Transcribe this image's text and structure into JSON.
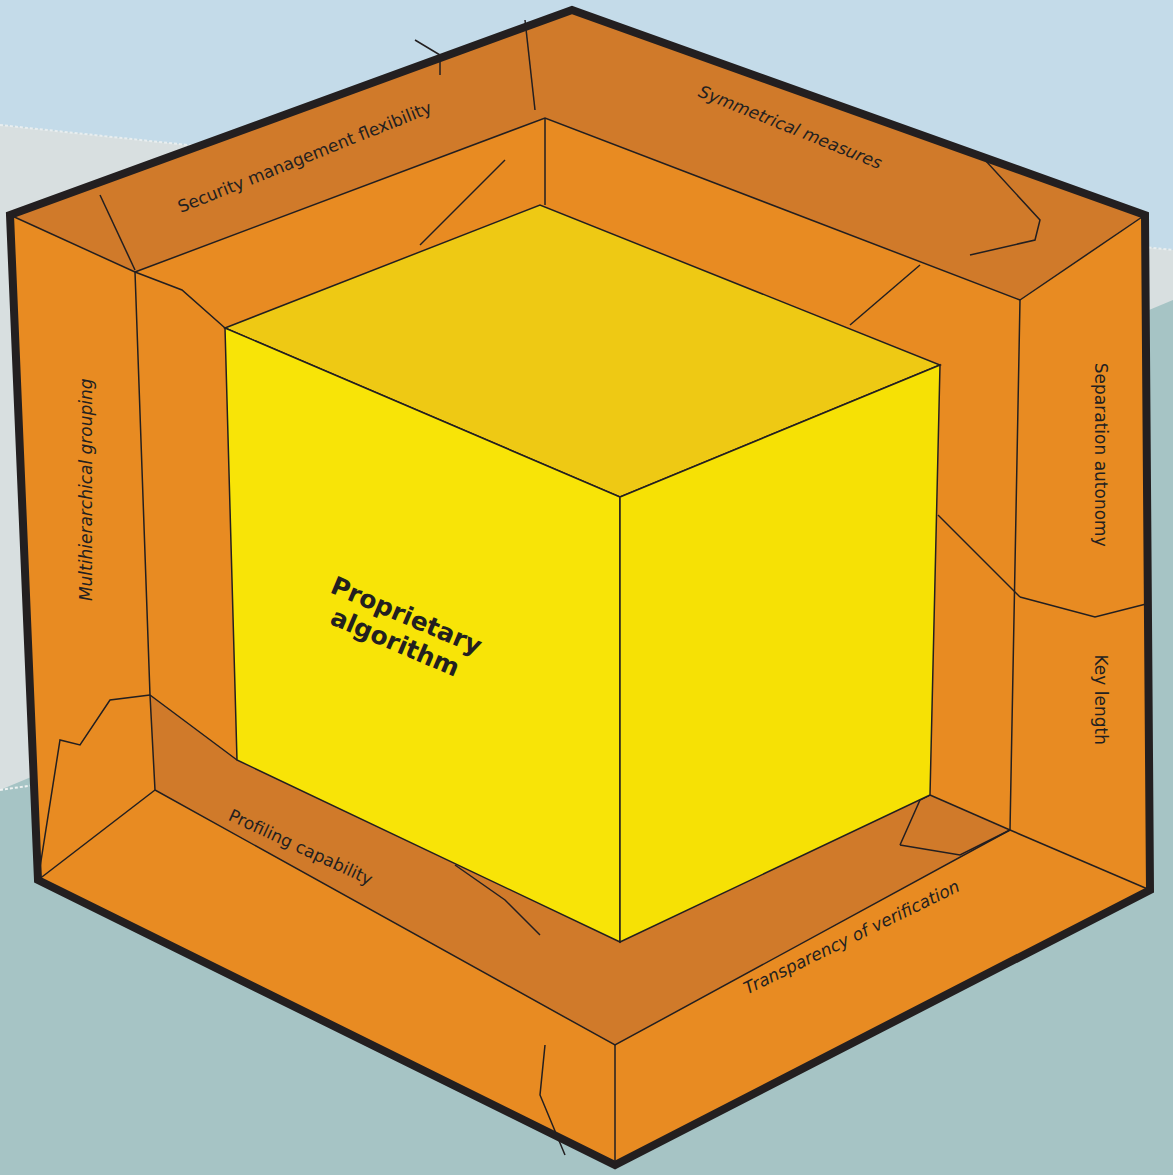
{
  "diagram": {
    "nodes": [
      {
        "text": [
          "Security management flexibility"
        ]
      },
      {
        "text": [
          "Symmetrical measures"
        ]
      },
      {
        "text": [
          "Multihierarchical grouping"
        ]
      },
      {
        "text": [
          "Proprietary algorithm"
        ]
      },
      {
        "text": [
          "Separation autonomy"
        ]
      },
      {
        "text": [
          "Key length"
        ]
      },
      {
        "text": [
          "Profiling capability"
        ]
      },
      {
        "text": [
          "Transparency of verification"
        ]
      }
    ]
  }
}
